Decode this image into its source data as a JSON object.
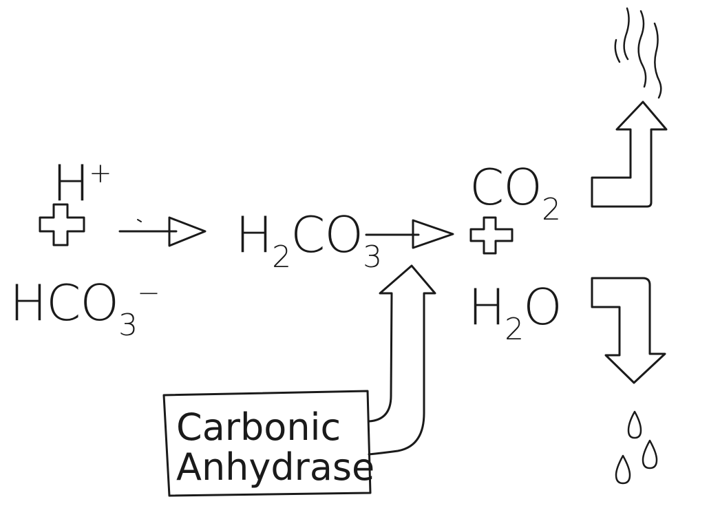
{
  "reactants": {
    "proton": {
      "base": "H",
      "charge": "+"
    },
    "bicarbonate": {
      "base": "HCO",
      "subscript": "3",
      "charge": "−"
    }
  },
  "intermediate": {
    "base_1": "H",
    "subscript_1": "2",
    "base_2": "CO",
    "subscript_2": "3"
  },
  "products": {
    "carbon_dioxide": {
      "base": "CO",
      "subscript": "2"
    },
    "water": {
      "base_1": "H",
      "subscript": "2",
      "base_2": "O"
    }
  },
  "enzyme": {
    "line_1": "Carbonic",
    "line_2": "Anhydrase"
  },
  "icons": [
    "plus-icon",
    "reaction-arrow-icon",
    "up-hollow-arrow-icon",
    "down-hollow-arrow-icon",
    "gas-vapor-icon",
    "water-droplets-icon"
  ],
  "colors": {
    "ink": "#1a1a1a",
    "background": "#ffffff"
  }
}
